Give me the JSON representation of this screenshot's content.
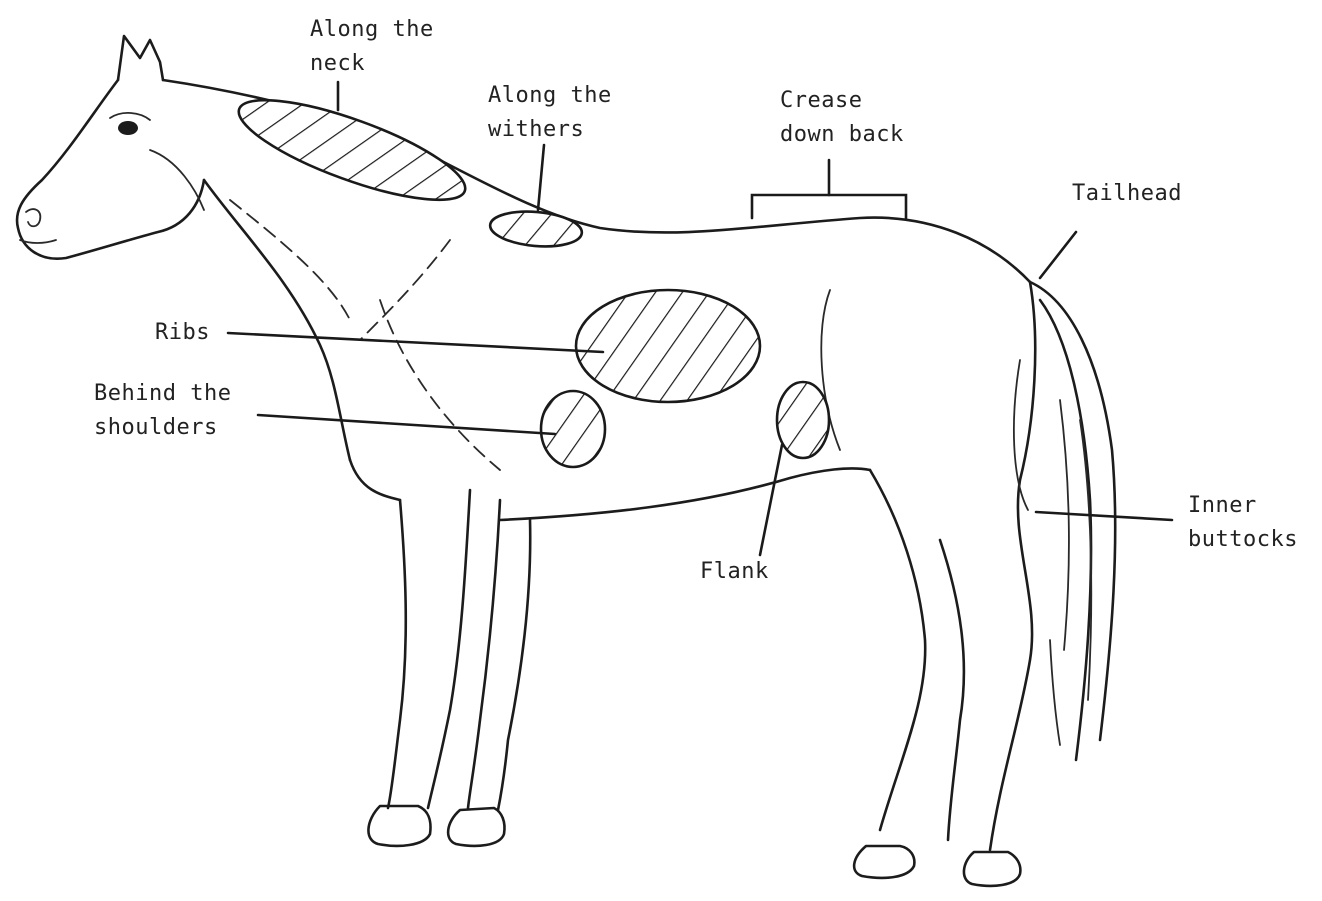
{
  "labels": {
    "neck_line1": "Along the",
    "neck_line2": "neck",
    "withers_line1": "Along the",
    "withers_line2": "withers",
    "crease_line1": "Crease",
    "crease_line2": "down back",
    "tailhead": "Tailhead",
    "ribs": "Ribs",
    "shoulders_line1": "Behind the",
    "shoulders_line2": "shoulders",
    "flank": "Flank",
    "buttocks_line1": "Inner",
    "buttocks_line2": "buttocks"
  },
  "colors": {
    "ink": "#1c1c1c",
    "paper": "#ffffff"
  },
  "zone_fill": "diagonal hatching"
}
